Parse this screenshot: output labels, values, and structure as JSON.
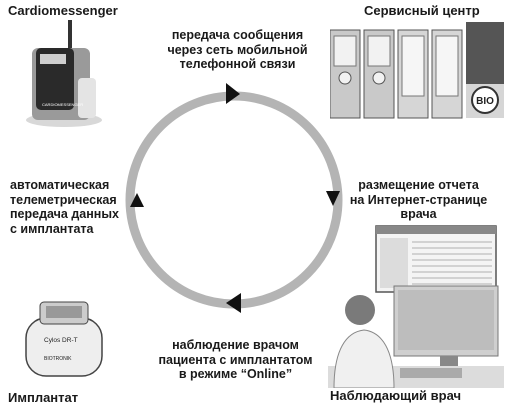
{
  "titles": {
    "cardio": "Cardiomessenger",
    "service": "Сервисный центр",
    "implant": "Имплантат",
    "doctor": "Наблюдающий врач"
  },
  "labels": {
    "top": "передача сообщения\nчерез сеть мобильной\nтелефонной связи",
    "right": "размещение отчета\nна Интернет-странице\nврача",
    "bottom": "наблюдение врачом\nпациента с имплантатом\nв режиме “Online”",
    "left": "автоматическая\nтелеметрическая\nпередача данных\nс имплантата"
  },
  "devices": {
    "service_logo": "BIO",
    "cardio_brand": "CARDIOMESSENGER",
    "implant_model": "Cylos DR-T",
    "implant_brand": "BIOTRONIK"
  },
  "colors": {
    "ring": "#b4b4b4",
    "arrow": "#111111"
  }
}
